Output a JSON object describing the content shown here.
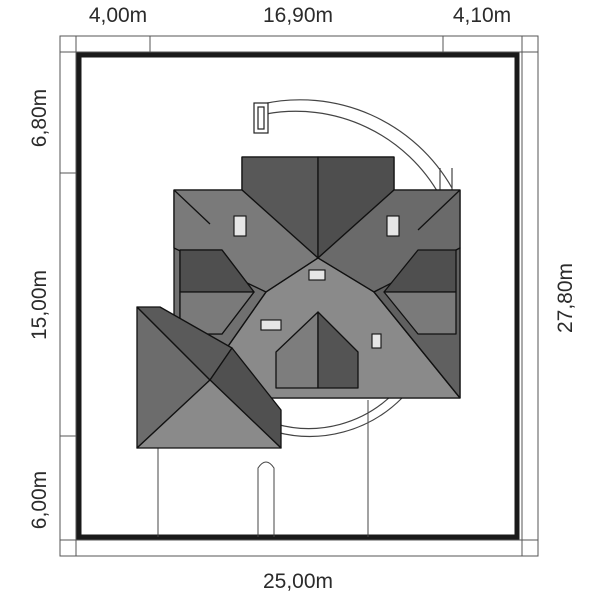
{
  "plan": {
    "dimensions": {
      "top_left": "4,00m",
      "top_middle": "16,90m",
      "top_right": "4,10m",
      "left_top": "6,80m",
      "left_middle": "15,00m",
      "left_bottom": "6,00m",
      "right": "27,80m",
      "bottom": "25,00m"
    },
    "colors": {
      "plot_border": "#1a1a1a",
      "roof_dark": "#545454",
      "roof_mid": "#6e6e6e",
      "roof_light": "#8a8a8a",
      "roof_lines": "#111111",
      "window": "#e6e6e6"
    }
  }
}
